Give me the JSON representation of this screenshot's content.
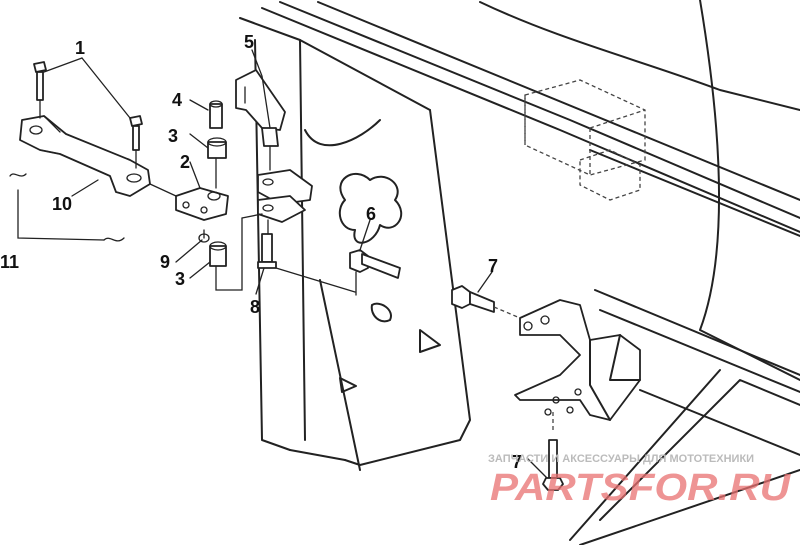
{
  "diagram": {
    "callouts": [
      {
        "id": "1",
        "text": "1"
      },
      {
        "id": "2",
        "text": "2"
      },
      {
        "id": "3a",
        "text": "3"
      },
      {
        "id": "3b",
        "text": "3"
      },
      {
        "id": "4",
        "text": "4"
      },
      {
        "id": "5",
        "text": "5"
      },
      {
        "id": "6",
        "text": "6"
      },
      {
        "id": "7a",
        "text": "7"
      },
      {
        "id": "7b",
        "text": "7"
      },
      {
        "id": "8",
        "text": "8"
      },
      {
        "id": "9",
        "text": "9"
      },
      {
        "id": "10",
        "text": "10"
      },
      {
        "id": "11",
        "text": "11"
      }
    ]
  },
  "watermark": {
    "caption": "ЗАПЧАСТИ И АКСЕССУАРЫ ДЛЯ МОТОТЕХНИКИ",
    "brand": "PARTSFOR.RU",
    "color": "#e87070"
  }
}
